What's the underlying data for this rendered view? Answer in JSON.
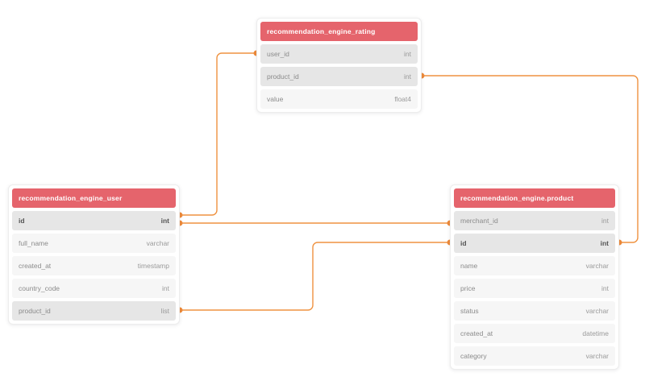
{
  "tables": [
    {
      "title": "recommendation_engine_rating",
      "fields": [
        {
          "name": "user_id",
          "type": "int",
          "highlighted": true,
          "primary": false
        },
        {
          "name": "product_id",
          "type": "int",
          "highlighted": true,
          "primary": false
        },
        {
          "name": "value",
          "type": "float4",
          "highlighted": false,
          "primary": false
        }
      ]
    },
    {
      "title": "recommendation_engine_user",
      "fields": [
        {
          "name": "id",
          "type": "int",
          "highlighted": true,
          "primary": true
        },
        {
          "name": "full_name",
          "type": "varchar",
          "highlighted": false,
          "primary": false
        },
        {
          "name": "created_at",
          "type": "timestamp",
          "highlighted": false,
          "primary": false
        },
        {
          "name": "country_code",
          "type": "int",
          "highlighted": false,
          "primary": false
        },
        {
          "name": "product_id",
          "type": "list",
          "highlighted": true,
          "primary": false
        }
      ]
    },
    {
      "title": "recommendation_engine.product",
      "fields": [
        {
          "name": "merchant_id",
          "type": "int",
          "highlighted": true,
          "primary": false
        },
        {
          "name": "id",
          "type": "int",
          "highlighted": true,
          "primary": true
        },
        {
          "name": "name",
          "type": "varchar",
          "highlighted": false,
          "primary": false
        },
        {
          "name": "price",
          "type": "int",
          "highlighted": false,
          "primary": false
        },
        {
          "name": "status",
          "type": "varchar",
          "highlighted": false,
          "primary": false
        },
        {
          "name": "created_at",
          "type": "datetime",
          "highlighted": false,
          "primary": false
        },
        {
          "name": "category",
          "type": "varchar",
          "highlighted": false,
          "primary": false
        }
      ]
    }
  ],
  "relations": [
    {
      "from_table": "recommendation_engine_rating",
      "from_field": "user_id",
      "to_table": "recommendation_engine_user",
      "to_field": "id"
    },
    {
      "from_table": "recommendation_engine_user",
      "from_field": "id",
      "to_table": "recommendation_engine.product",
      "to_field": "merchant_id"
    },
    {
      "from_table": "recommendation_engine_user",
      "from_field": "product_id",
      "to_table": "recommendation_engine.product",
      "to_field": "id"
    },
    {
      "from_table": "recommendation_engine_rating",
      "from_field": "product_id",
      "to_table": "recommendation_engine.product",
      "to_field": "id"
    }
  ],
  "colors": {
    "table_header": "#e5646c",
    "header_text": "#ffffff",
    "row_highlight": "#e6e6e6",
    "row_normal": "#f6f6f6",
    "row_text": "#8b8b8b",
    "primary_row_text": "#545454",
    "wire": "#EF9240",
    "connection_dot": "#EE8A3A",
    "canvas_background": "#ffffff"
  }
}
